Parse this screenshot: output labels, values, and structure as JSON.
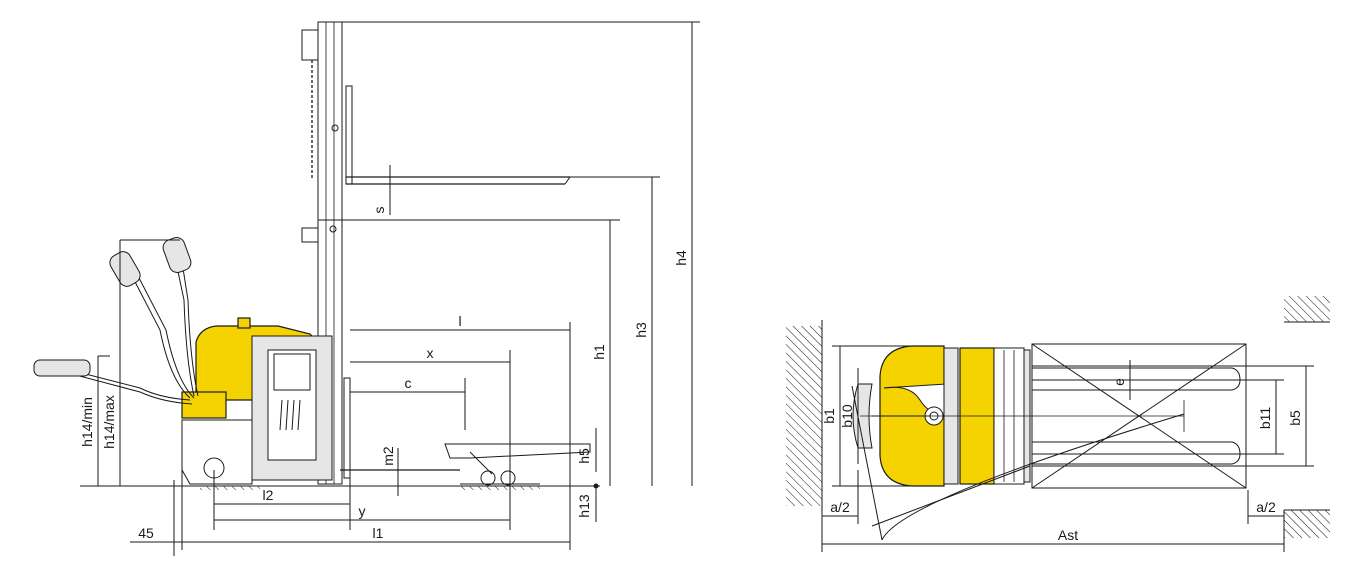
{
  "colors": {
    "body": "#f5d300",
    "line": "#1a1a1a",
    "panel": "#e6e6e6",
    "background": "#ffffff"
  },
  "side_view": {
    "labels": {
      "s": "s",
      "h4": "h4",
      "h3": "h3",
      "h1": "h1",
      "l": "l",
      "x": "x",
      "c": "c",
      "m2": "m2",
      "h5": "h5",
      "h13": "h13",
      "l2": "l2",
      "y": "y",
      "l1": "l1",
      "offset_45": "45",
      "h14_min": "h14/min",
      "h14_max": "h14/max"
    }
  },
  "top_view": {
    "labels": {
      "b1": "b1",
      "b10": "b10",
      "e": "e",
      "b11": "b11",
      "b5": "b5",
      "a2_left": "a/2",
      "a2_right": "a/2",
      "ast": "Ast"
    }
  }
}
